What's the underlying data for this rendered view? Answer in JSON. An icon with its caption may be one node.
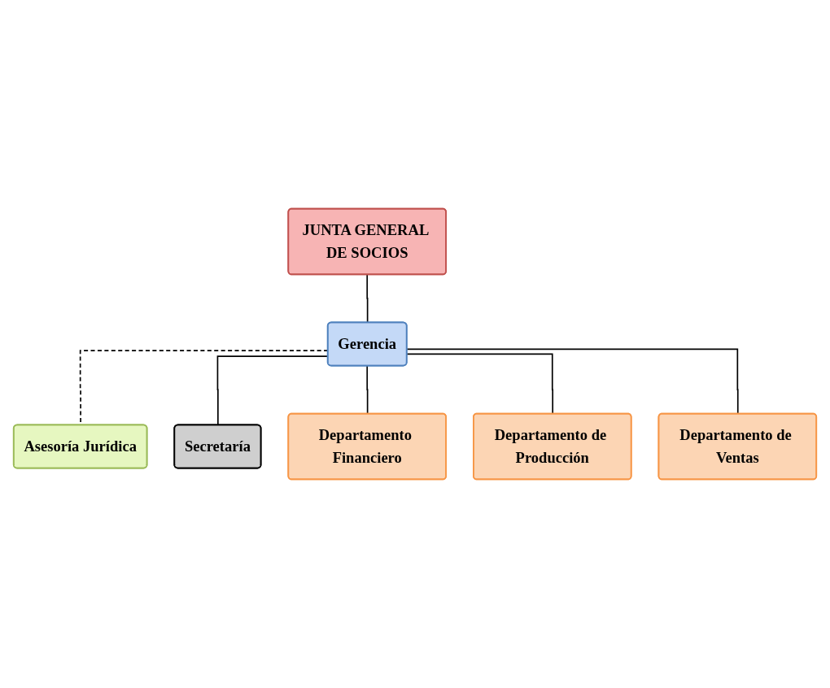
{
  "diagram": {
    "nodes": [
      {
        "text": [
          "JUNTA GENERAL DE SOCIOS"
        ]
      },
      {
        "text": [
          "Gerencia"
        ]
      },
      {
        "text": [
          "Asesoría Jurídica"
        ]
      },
      {
        "text": [
          "Secretaría"
        ]
      },
      {
        "text": [
          "Departamento Financiero"
        ]
      },
      {
        "text": [
          "Departamento de Producción"
        ]
      },
      {
        "text": [
          "Departamento de Ventas"
        ]
      }
    ],
    "edges": [
      {
        "from": 0,
        "to": 1,
        "arrow": "none"
      },
      {
        "from": 1,
        "to": 2,
        "arrow": "none",
        "style": "dashed"
      },
      {
        "from": 1,
        "to": 3,
        "arrow": "none"
      },
      {
        "from": 1,
        "to": 4,
        "arrow": "none"
      },
      {
        "from": 1,
        "to": 5,
        "arrow": "none"
      },
      {
        "from": 1,
        "to": 6,
        "arrow": "none"
      }
    ]
  }
}
